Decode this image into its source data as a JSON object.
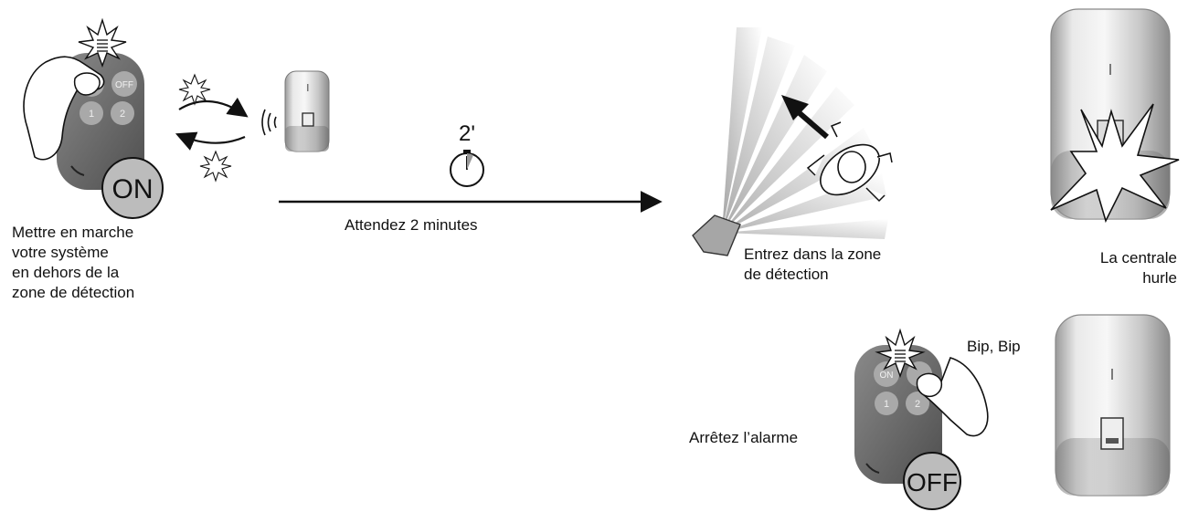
{
  "remote_on": {
    "badge": "ON",
    "key_off": "OFF",
    "key_1": "1",
    "key_2": "2"
  },
  "remote_off": {
    "badge": "OFF",
    "key_on": "ON",
    "key_1": "1",
    "key_2": "2"
  },
  "step1": {
    "lines": [
      "Mettre en marche",
      "votre système",
      "en dehors de la",
      "zone de détection"
    ]
  },
  "timer": {
    "value": "2'",
    "caption": "Attendez 2 minutes"
  },
  "step2": {
    "lines": [
      "Entrez dans la zone",
      "de détection"
    ]
  },
  "step3": {
    "lines": [
      "La centrale",
      "hurle"
    ]
  },
  "step4": {
    "label": "Arrêtez l’alarme",
    "beep": "Bip, Bip"
  },
  "colors": {
    "remote_body": "#6e6e6e",
    "device_silver": "#cfcfcf",
    "line": "#111111"
  }
}
